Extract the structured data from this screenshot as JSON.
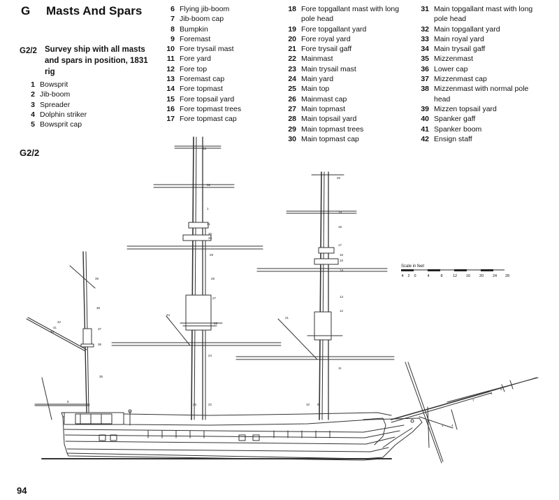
{
  "header": {
    "section_letter": "G",
    "section_title": "Masts And Spars"
  },
  "plate": {
    "code": "G2/2",
    "caption": "Survey ship with all masts and spars in position, 1831 rig",
    "figure_label": "G2/2"
  },
  "legend_columns": [
    [
      {
        "n": "1",
        "t": "Bowsprit"
      },
      {
        "n": "2",
        "t": "Jib-boom"
      },
      {
        "n": "3",
        "t": "Spreader"
      },
      {
        "n": "4",
        "t": "Dolphin striker"
      },
      {
        "n": "5",
        "t": "Bowsprit cap"
      }
    ],
    [
      {
        "n": "6",
        "t": "Flying jib-boom"
      },
      {
        "n": "7",
        "t": "Jib-boom cap"
      },
      {
        "n": "8",
        "t": "Bumpkin"
      },
      {
        "n": "9",
        "t": "Foremast"
      },
      {
        "n": "10",
        "t": "Fore trysail mast"
      },
      {
        "n": "11",
        "t": "Fore yard"
      },
      {
        "n": "12",
        "t": "Fore top"
      },
      {
        "n": "13",
        "t": "Foremast cap"
      },
      {
        "n": "14",
        "t": "Fore topmast"
      },
      {
        "n": "15",
        "t": "Fore topsail yard"
      },
      {
        "n": "16",
        "t": "Fore topmast trees"
      },
      {
        "n": "17",
        "t": "Fore topmast cap"
      }
    ],
    [
      {
        "n": "18",
        "t": "Fore topgallant mast with long pole head"
      },
      {
        "n": "19",
        "t": "Fore topgallant yard"
      },
      {
        "n": "20",
        "t": "Fore royal yard"
      },
      {
        "n": "21",
        "t": "Fore trysail gaff"
      },
      {
        "n": "22",
        "t": "Mainmast"
      },
      {
        "n": "23",
        "t": "Main trysail mast"
      },
      {
        "n": "24",
        "t": "Main yard"
      },
      {
        "n": "25",
        "t": "Main top"
      },
      {
        "n": "26",
        "t": "Mainmast cap"
      },
      {
        "n": "27",
        "t": "Main topmast"
      },
      {
        "n": "28",
        "t": "Main topsail yard"
      },
      {
        "n": "29",
        "t": "Main topmast trees"
      },
      {
        "n": "30",
        "t": "Main topmast cap"
      }
    ],
    [
      {
        "n": "31",
        "t": "Main topgallant mast with long pole head"
      },
      {
        "n": "32",
        "t": "Main topgallant yard"
      },
      {
        "n": "33",
        "t": "Main royal yard"
      },
      {
        "n": "34",
        "t": "Main trysail gaff"
      },
      {
        "n": "35",
        "t": "Mizzenmast"
      },
      {
        "n": "36",
        "t": "Lower cap"
      },
      {
        "n": "37",
        "t": "Mizzenmast cap"
      },
      {
        "n": "38",
        "t": "Mizzenmast with normal pole head"
      },
      {
        "n": "39",
        "t": "Mizzen topsail yard"
      },
      {
        "n": "40",
        "t": "Spanker gaff"
      },
      {
        "n": "41",
        "t": "Spanker boom"
      },
      {
        "n": "42",
        "t": "Ensign staff"
      }
    ]
  ],
  "scale": {
    "title": "Scale in feet",
    "ticks": [
      "4",
      "2",
      "0",
      "4",
      "8",
      "12",
      "16",
      "20",
      "24",
      "28"
    ]
  },
  "callouts": [
    "33",
    "32",
    "1",
    "31",
    "30",
    "26",
    "29",
    "28",
    "27",
    "25",
    "24",
    "24",
    "23",
    "22",
    "20",
    "19",
    "18",
    "17",
    "16",
    "15",
    "14",
    "13",
    "12",
    "21",
    "11",
    "10",
    "9",
    "39",
    "38",
    "37",
    "36",
    "35",
    "42",
    "41",
    "40",
    "8",
    "7",
    "6",
    "5",
    "4",
    "3",
    "2"
  ],
  "page": {
    "number": "94"
  },
  "colors": {
    "ink": "#111111",
    "paper": "#ffffff",
    "line": "#333333"
  }
}
